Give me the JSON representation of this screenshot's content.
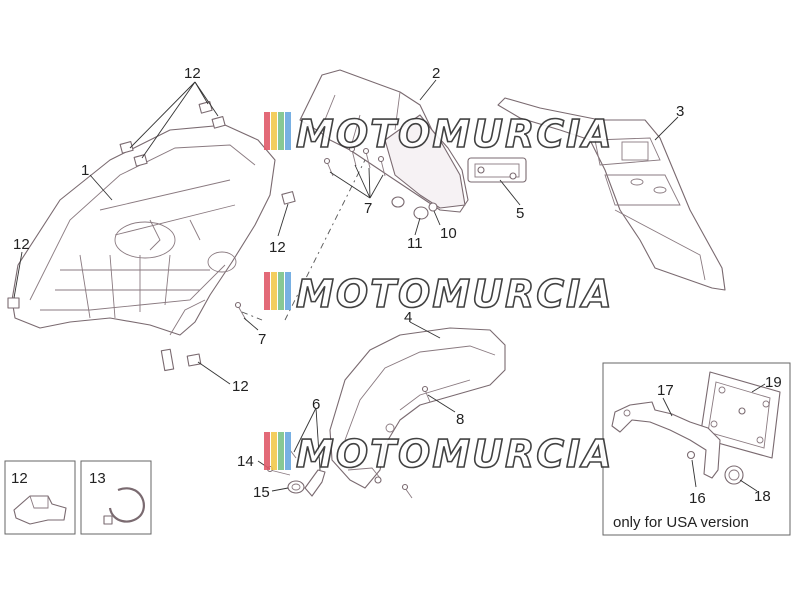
{
  "diagram": {
    "watermark": "MOTOMURCIA",
    "usa_note": "only for USA version",
    "callouts": {
      "c1": "1",
      "c2": "2",
      "c3": "3",
      "c4": "4",
      "c5": "5",
      "c6": "6",
      "c7a": "7",
      "c7b": "7",
      "c8": "8",
      "c10": "10",
      "c11": "11",
      "c12a": "12",
      "c12b": "12",
      "c12c": "12",
      "c12d": "12",
      "c14": "14",
      "c15": "15",
      "c16": "16",
      "c17": "17",
      "c18": "18",
      "c19": "19"
    },
    "inset_boxes": {
      "left": "12",
      "right": "13"
    },
    "colors": {
      "line": "#7a6a70",
      "watermark_stripes": [
        "#e05a6a",
        "#f2c94c",
        "#7cc38a",
        "#6aa8e0"
      ]
    }
  }
}
